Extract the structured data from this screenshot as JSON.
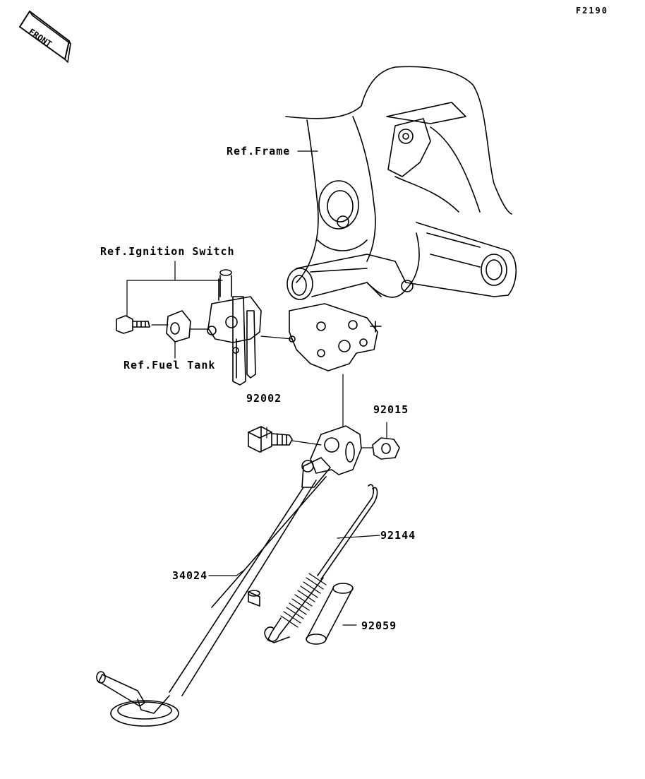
{
  "diagram": {
    "code": "F2190",
    "front_badge": "FRONT",
    "labels": {
      "ref_frame": "Ref.Frame",
      "ref_ignition_switch": "Ref.Ignition Switch",
      "ref_fuel_tank": "Ref.Fuel Tank",
      "bolt": "92002",
      "nut": "92015",
      "spring": "92144",
      "stand": "34024",
      "collar": "92059"
    }
  }
}
